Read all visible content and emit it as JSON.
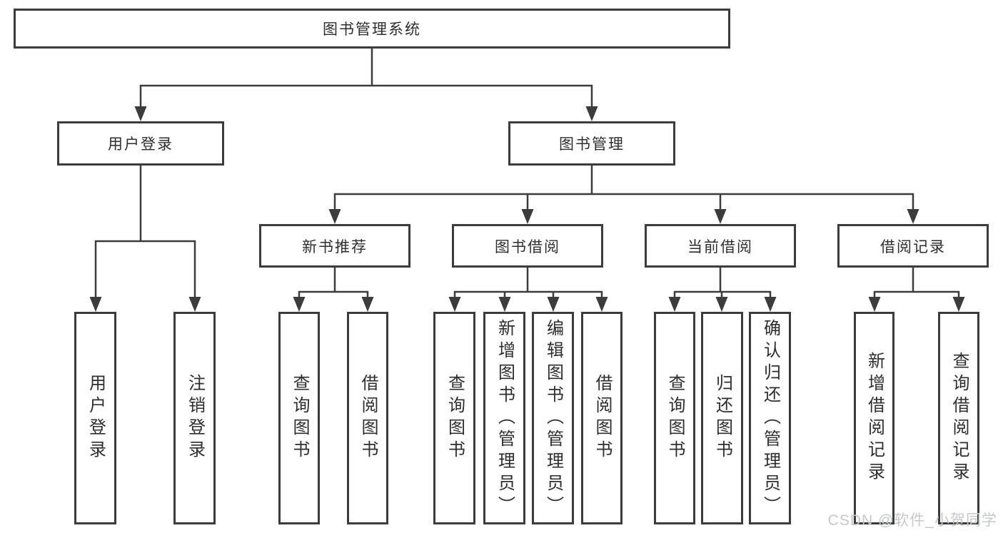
{
  "diagram": {
    "title": "图书管理系统",
    "modules": [
      {
        "label": "用户登录",
        "functions": [
          "用户登录",
          "注销登录"
        ]
      },
      {
        "label": "图书管理",
        "submodules": [
          {
            "label": "新书推荐",
            "functions": [
              "查询图书",
              "借阅图书"
            ]
          },
          {
            "label": "图书借阅",
            "functions": [
              "查询图书",
              "新增图书（管理员）",
              "编辑图书（管理员）",
              "借阅图书"
            ]
          },
          {
            "label": "当前借阅",
            "functions": [
              "查询图书",
              "归还图书",
              "确认归还（管理员）"
            ]
          },
          {
            "label": "借阅记录",
            "functions": [
              "新增借阅记录",
              "查询借阅记录"
            ]
          }
        ]
      }
    ]
  },
  "watermark": {
    "text": "CSDN @软件_小贺同学"
  },
  "colors": {
    "line": "#3c3c3c",
    "box_border": "#3c3c3c",
    "text": "#2e2e2e",
    "watermark": "#c5c8ca",
    "background": "#ffffff"
  }
}
